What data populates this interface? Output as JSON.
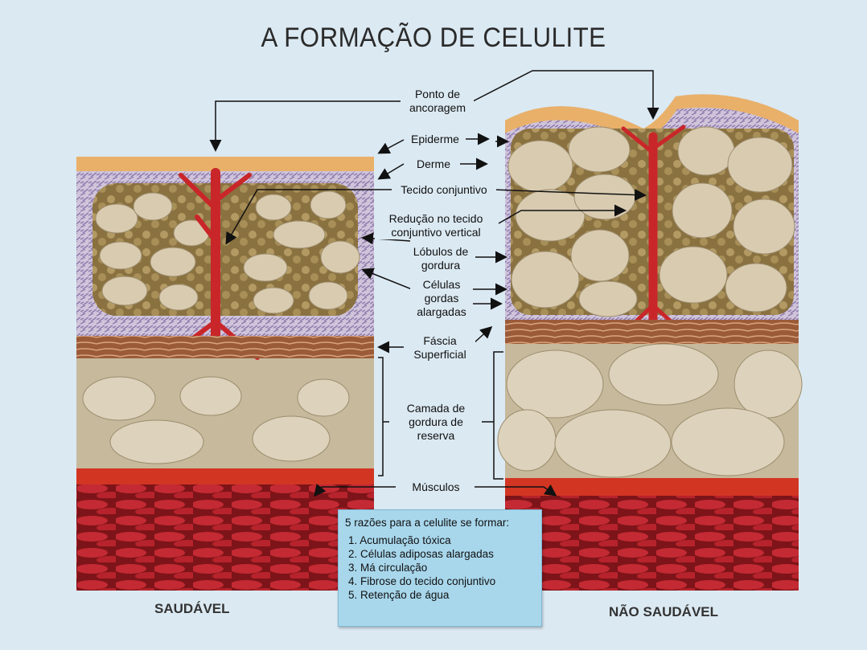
{
  "title": "A FORMAÇÃO DE CELULITE",
  "labels": {
    "anchor": [
      "Ponto de",
      "ancoragem"
    ],
    "epidermis": "Epiderme",
    "dermis": "Derme",
    "connective": "Tecido conjuntivo",
    "reduction": [
      "Redução no tecido",
      "conjuntivo vertical"
    ],
    "lobules": [
      "Lóbulos de",
      "gordura"
    ],
    "cells": [
      "Células",
      "gordas",
      "alargadas"
    ],
    "fascia": [
      "Fáscia",
      "Superficial"
    ],
    "reserve": [
      "Camada de",
      "gordura de",
      "reserva"
    ],
    "muscles": "Músculos"
  },
  "captions": {
    "healthy": "SAUDÁVEL",
    "unhealthy": "NÃO SAUDÁVEL"
  },
  "reasons": {
    "heading": "5 razões para a celulite se formar:",
    "items": [
      "1. Acumulação tóxica",
      "2. Células adiposas alargadas",
      "3. Má circulação",
      "4. Fibrose do tecido conjuntivo",
      "5. Retenção de água"
    ]
  },
  "colors": {
    "background": "#dbe9f2",
    "epidermis": "#e9b06a",
    "dermis": "#b9a6c8",
    "fat": "#8a7140",
    "fat_cell": "#d9cbb0",
    "fascia": "#a0603f",
    "reserve": "#c6b99c",
    "muscle": "#b3222b",
    "vessel": "#c9262a"
  }
}
